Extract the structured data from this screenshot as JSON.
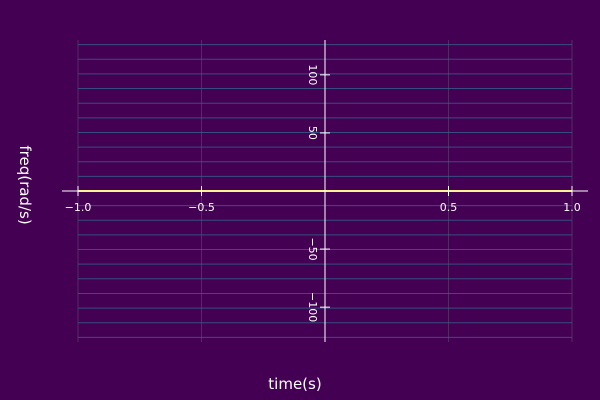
{
  "chart_data": {
    "type": "heatmap",
    "title": "",
    "xlabel": "time(s)",
    "ylabel": "freq(rad/s)",
    "xlim": [
      -1.0,
      1.0
    ],
    "ylim": [
      -130,
      130
    ],
    "x_ticks": [
      {
        "value": -1.0,
        "label": "−1.0"
      },
      {
        "value": -0.5,
        "label": "−0.5"
      },
      {
        "value": 0.5,
        "label": "0.5"
      },
      {
        "value": 1.0,
        "label": "1.0"
      }
    ],
    "y_ticks": [
      {
        "value": -100,
        "label": "−100"
      },
      {
        "value": -50,
        "label": "−50"
      },
      {
        "value": 50,
        "label": "50"
      },
      {
        "value": 100,
        "label": "100"
      }
    ],
    "freq_bin_edges": [
      -126,
      -113.4,
      -100.8,
      -88.2,
      -75.6,
      -63,
      -50.4,
      -37.8,
      -25.2,
      -12.6,
      0,
      12.6,
      25.2,
      37.8,
      50.4,
      63,
      75.6,
      88.2,
      100.8,
      113.4,
      126
    ],
    "ridge": {
      "freq": 0,
      "x_start": -1.0,
      "x_end": 1.0
    },
    "grid": true,
    "legend": "none",
    "colors": {
      "background": "#440154",
      "bin_line": "#31688e",
      "ridge": "#fde725",
      "axis": "#ffffff",
      "grid": "#5a3a6e"
    }
  }
}
